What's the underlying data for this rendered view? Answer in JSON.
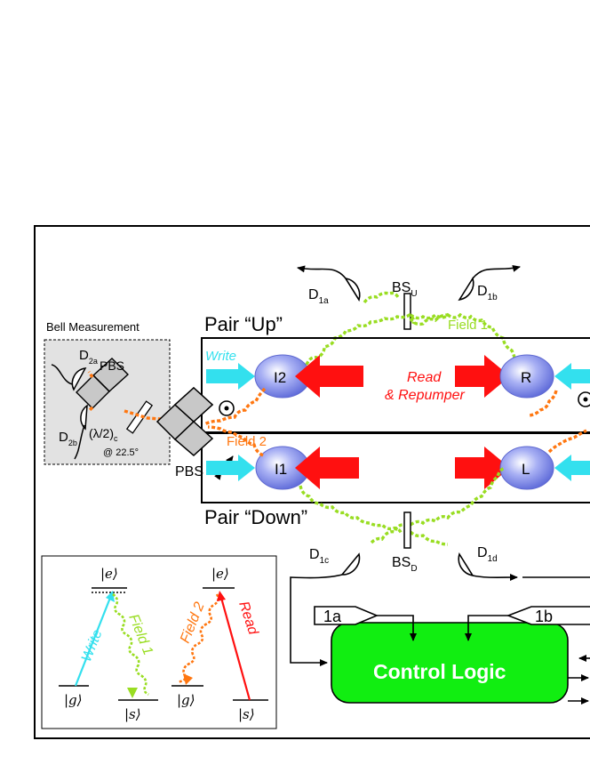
{
  "labels": {
    "d1a": "D",
    "d1a_sub": "1a",
    "d1b": "D",
    "d1b_sub": "1b",
    "d1c": "D",
    "d1c_sub": "1c",
    "d1d": "D",
    "d1d_sub": "1d",
    "bsu": "BS",
    "bsu_sub": "U",
    "bsd": "BS",
    "bsd_sub": "D",
    "field1": "Field 1",
    "field2": "Field 2",
    "pair_up": "Pair “Up”",
    "pair_down": "Pair “Down”",
    "write": "Write",
    "read": "Read",
    "repumper": "& Repumper",
    "i2": "I2",
    "r": "R",
    "i1": "I1",
    "l": "L",
    "pbs": "PBS",
    "bell_title": "Bell Measurement",
    "d2a": "D",
    "d2a_sub": "2a",
    "d2b": "D",
    "d2b_sub": "2b",
    "bell_pbs": "PBS",
    "waveplate": "(λ/2)",
    "waveplate_sub": "c",
    "angle": "@ 22.5°",
    "box_1a": "1a",
    "box_1b": "1b",
    "control_logic": "Control Logic"
  },
  "levels": {
    "e1": "|e⟩",
    "e2": "|e⟩",
    "g1": "|g⟩",
    "s1": "|s⟩",
    "g2": "|g⟩",
    "s2": "|s⟩",
    "write": "Write",
    "field1": "Field 1",
    "field2": "Field 2",
    "read": "Read"
  },
  "colors": {
    "write": "#33e0ee",
    "read": "#ff1010",
    "field1": "#99dd22",
    "field2": "#ff7711",
    "control": "#11ee11",
    "atom": "#8892ee"
  }
}
